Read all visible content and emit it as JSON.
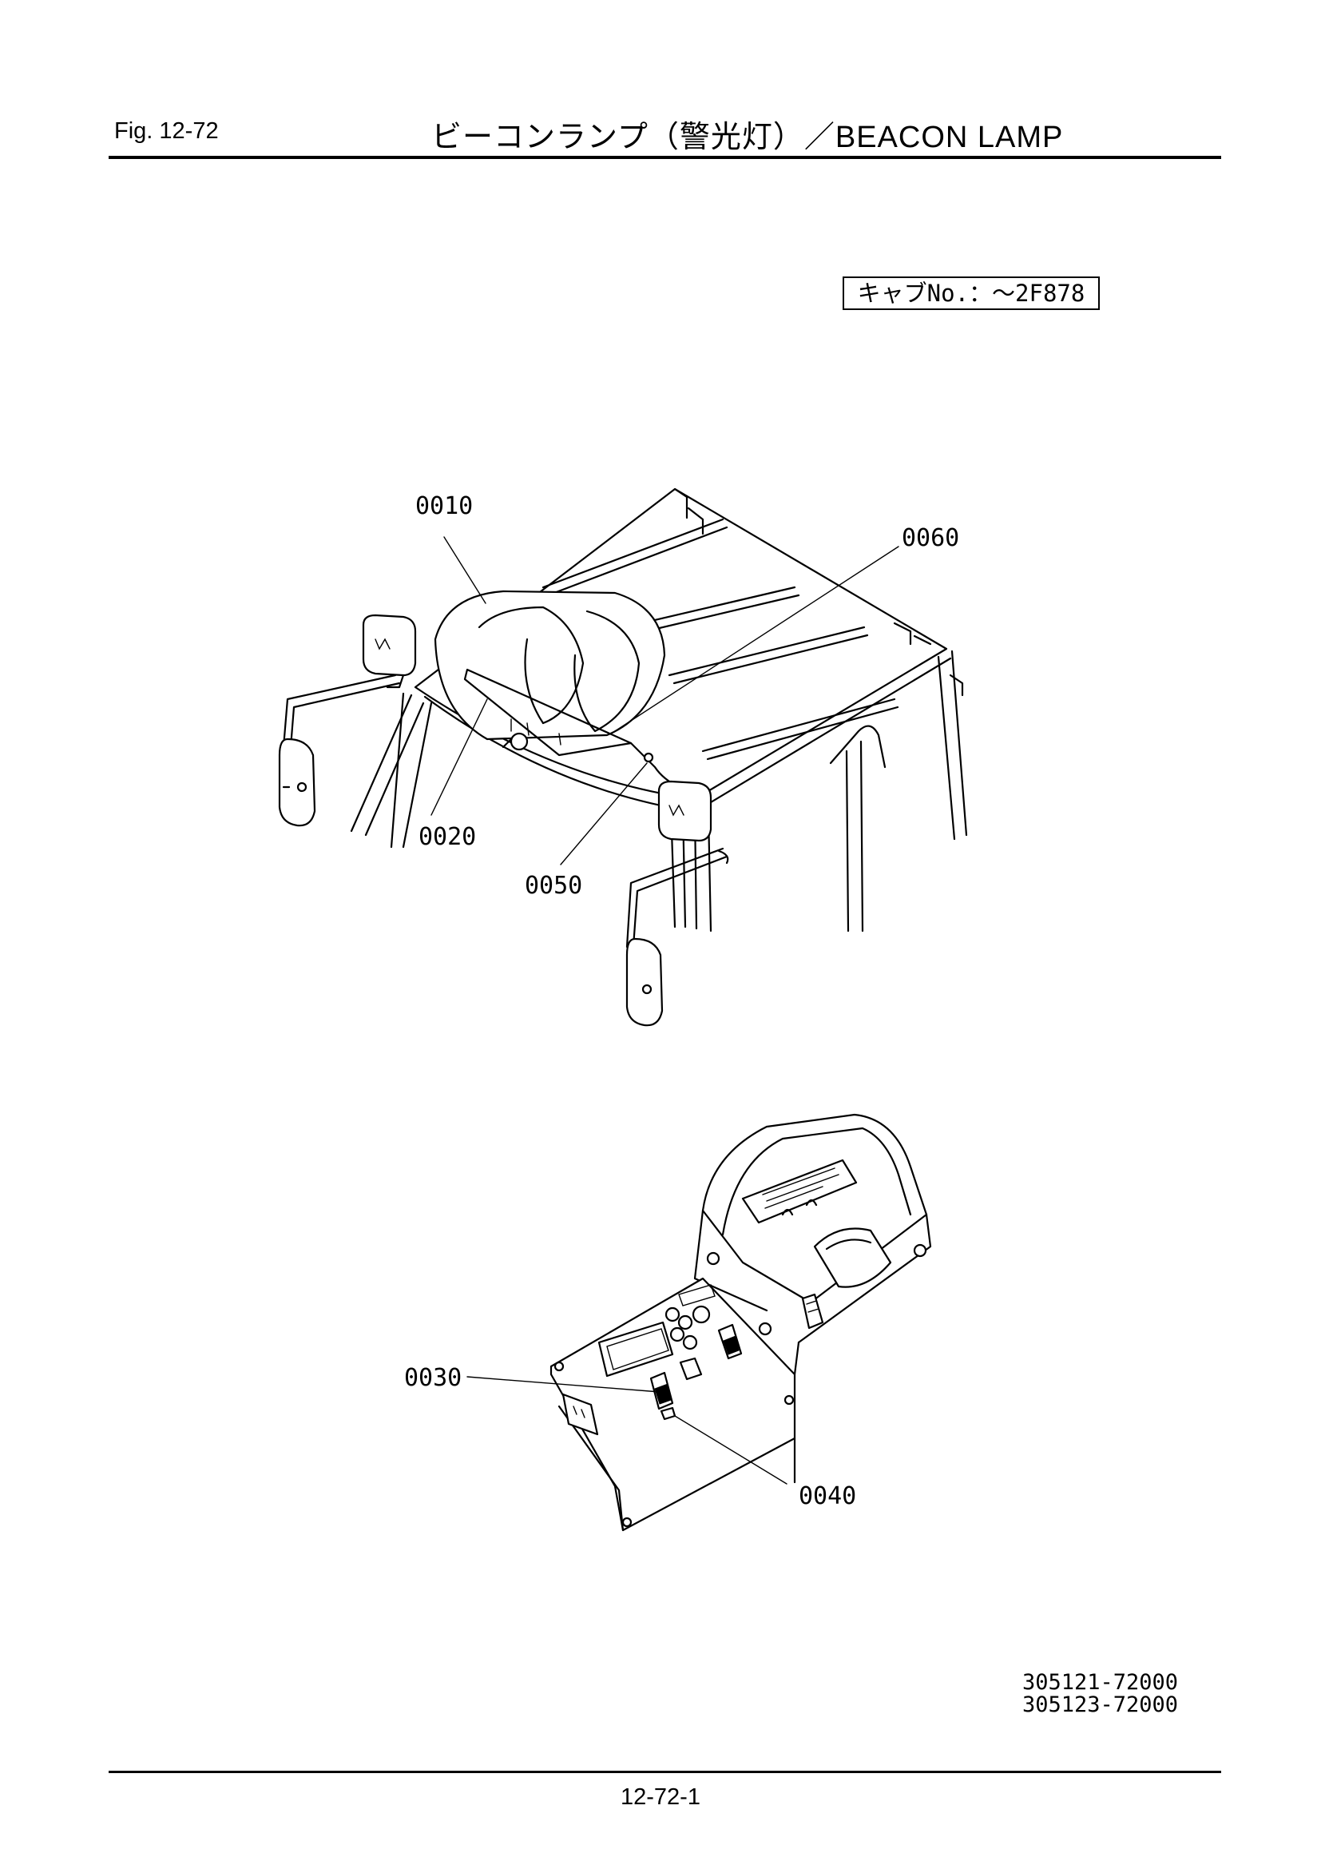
{
  "header": {
    "fig_number": "Fig.  12-72",
    "title": "ビーコンランプ（警光灯）／BEACON  LAMP"
  },
  "cab_range_label": "キャブNo.：～2F878",
  "callouts": {
    "c0010": "0010",
    "c0020": "0020",
    "c0030": "0030",
    "c0040": "0040",
    "c0050": "0050",
    "c0060": "0060"
  },
  "part_numbers": [
    "305121-72000",
    "305123-72000"
  ],
  "page_number": "12-72-1"
}
